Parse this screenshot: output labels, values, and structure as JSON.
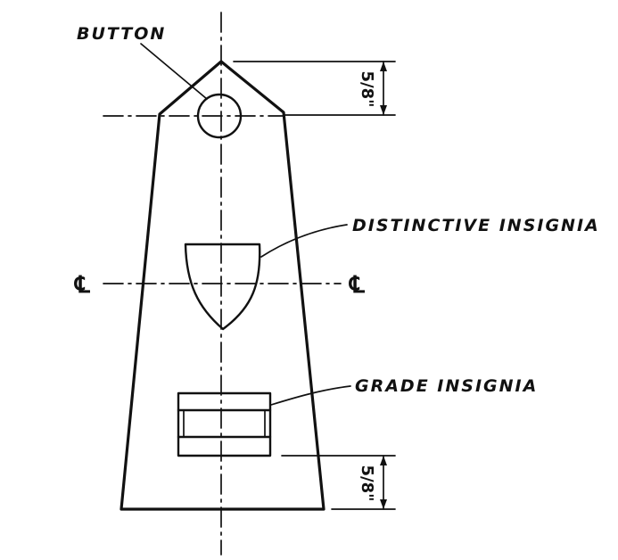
{
  "labels": {
    "button": "BUTTON",
    "distinctive_insignia": "DISTINCTIVE INSIGNIA",
    "grade_insignia": "GRADE INSIGNIA"
  },
  "dimensions": {
    "top_offset": "5/8\"",
    "bottom_offset": "5/8\""
  },
  "centerline": {
    "left_symbol": "℄",
    "right_symbol": "℄"
  },
  "colors": {
    "ink": "#111111",
    "paper": "#ffffff"
  }
}
